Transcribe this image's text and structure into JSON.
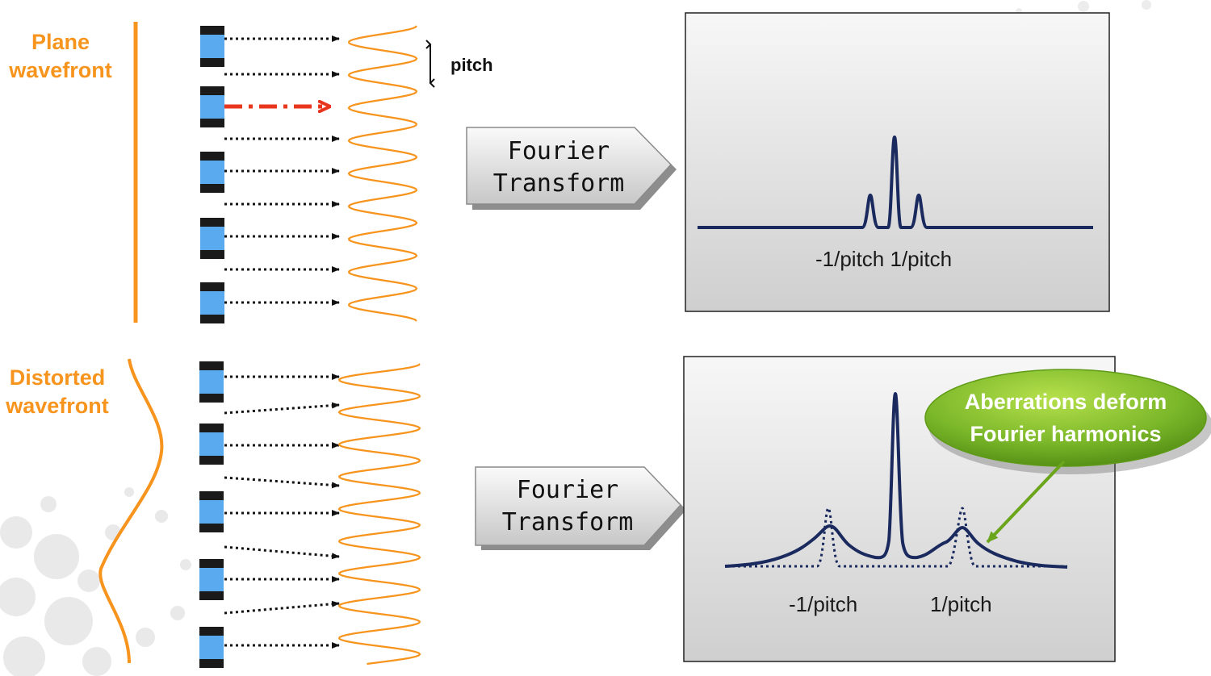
{
  "top_panel": {
    "label_line1": "Plane",
    "label_line2": "wavefront",
    "pitch_label": "pitch",
    "transform_line1": "Fourier",
    "transform_line2": "Transform",
    "spectrum_tick_labels": "-1/pitch 1/pitch"
  },
  "bottom_panel": {
    "label_line1": "Distorted",
    "label_line2": "wavefront",
    "transform_line1": "Fourier",
    "transform_line2": "Transform",
    "tick_left": "-1/pitch",
    "tick_right": "1/pitch",
    "callout_line1": "Aberrations deform",
    "callout_line2": "Fourier harmonics"
  },
  "colors": {
    "wavefront_orange": "#f7941d",
    "detector_blue": "#5aaaf0",
    "detector_black": "#1a1a1a",
    "spectrum_navy": "#1a2a5e",
    "beam_red": "#e8351e",
    "callout_green": "#6aa51c"
  }
}
